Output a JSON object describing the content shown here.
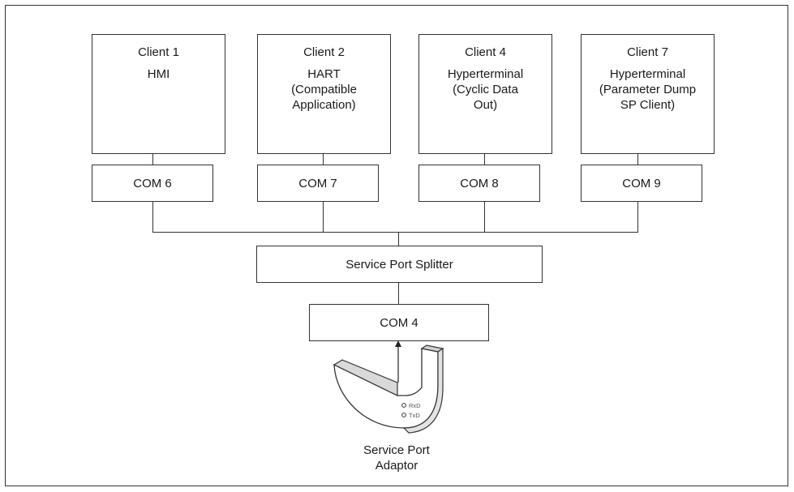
{
  "clients": [
    {
      "title": "Client 1",
      "desc": "HMI"
    },
    {
      "title": "Client 2",
      "desc": "HART\n(Compatible\nApplication)"
    },
    {
      "title": "Client 4",
      "desc": "Hyperterminal\n(Cyclic Data\nOut)"
    },
    {
      "title": "Client 7",
      "desc": "Hyperterminal\n(Parameter Dump\nSP Client)"
    }
  ],
  "coms": [
    "COM 6",
    "COM 7",
    "COM 8",
    "COM 9"
  ],
  "splitter": "Service Port Splitter",
  "com4": "COM 4",
  "adaptor": {
    "led_rx": "RxD",
    "led_tx": "TxD",
    "label_line1": "Service Port",
    "label_line2": "Adaptor"
  }
}
